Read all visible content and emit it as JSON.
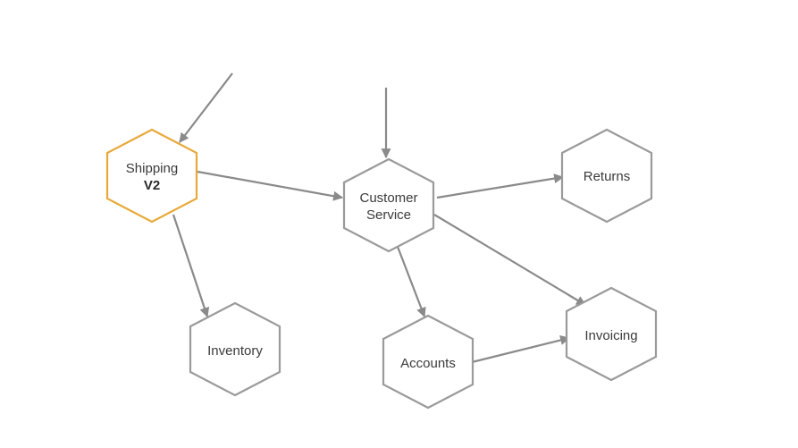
{
  "diagram": {
    "colors": {
      "node_stroke": "#9a9a9a",
      "highlight_stroke": "#e8a93a",
      "edge": "#8a8a8a",
      "text": "#3a3a3a"
    },
    "nodes": {
      "shipping": {
        "line1": "Shipping",
        "line2": "V2",
        "highlighted": true
      },
      "customer_service": {
        "line1": "Customer",
        "line2": "Service"
      },
      "returns": {
        "label": "Returns"
      },
      "inventory": {
        "label": "Inventory"
      },
      "accounts": {
        "label": "Accounts"
      },
      "invoicing": {
        "label": "Invoicing"
      }
    },
    "edges": [
      {
        "from": "external",
        "to": "shipping"
      },
      {
        "from": "external",
        "to": "customer_service"
      },
      {
        "from": "shipping",
        "to": "customer_service"
      },
      {
        "from": "shipping",
        "to": "inventory"
      },
      {
        "from": "customer_service",
        "to": "returns"
      },
      {
        "from": "customer_service",
        "to": "invoicing"
      },
      {
        "from": "customer_service",
        "to": "accounts"
      },
      {
        "from": "accounts",
        "to": "invoicing"
      }
    ]
  }
}
